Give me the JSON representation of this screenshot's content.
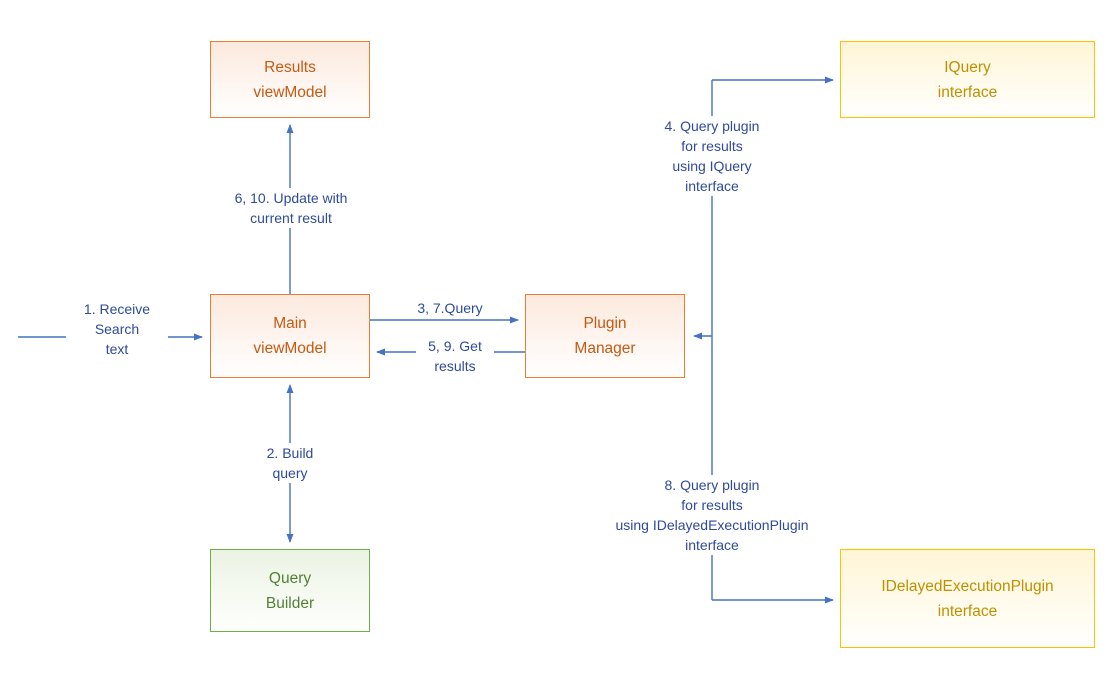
{
  "diagram": {
    "boxes": {
      "results_viewmodel": {
        "label": "Results\nviewModel"
      },
      "iquery_interface": {
        "label": "IQuery\ninterface"
      },
      "main_viewmodel": {
        "label": "Main\nviewModel"
      },
      "plugin_manager": {
        "label": "Plugin\nManager"
      },
      "query_builder": {
        "label": "Query\nBuilder"
      },
      "idelayed_interface": {
        "label": "IDelayedExecutionPlugin\ninterface"
      }
    },
    "labels": {
      "receive_search": "1. Receive\nSearch\ntext",
      "build_query": "2. Build\nquery",
      "query": "3, 7.Query",
      "get_results": "5, 9. Get\nresults",
      "update_result": "6, 10. Update with\ncurrent result",
      "query_iquery": "4. Query plugin\nfor results\nusing IQuery\ninterface",
      "query_delayed": "8. Query plugin\nfor results\nusing IDelayedExecutionPlugin\ninterface"
    },
    "colors": {
      "connector": "#4472C4",
      "label_text": "#2E4A9C",
      "orange_border": "#ED7D31",
      "orange_text": "#C55A11",
      "gold_border": "#FFC000",
      "gold_text": "#BF9000",
      "green_border": "#70AD47",
      "green_text": "#538135"
    }
  }
}
